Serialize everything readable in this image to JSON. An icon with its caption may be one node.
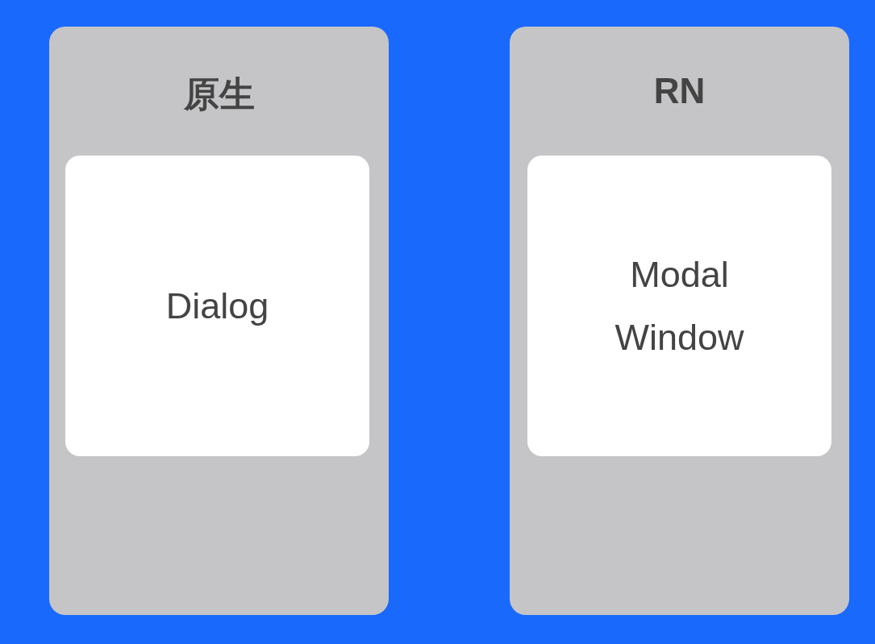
{
  "diagram": {
    "nodes": [
      {
        "text": [
          "原生"
        ]
      },
      {
        "text": [
          "Dialog"
        ],
        "in": 0
      },
      {
        "text": [
          "RN"
        ]
      },
      {
        "text": [
          "Modal Window"
        ],
        "in": 2
      }
    ]
  }
}
